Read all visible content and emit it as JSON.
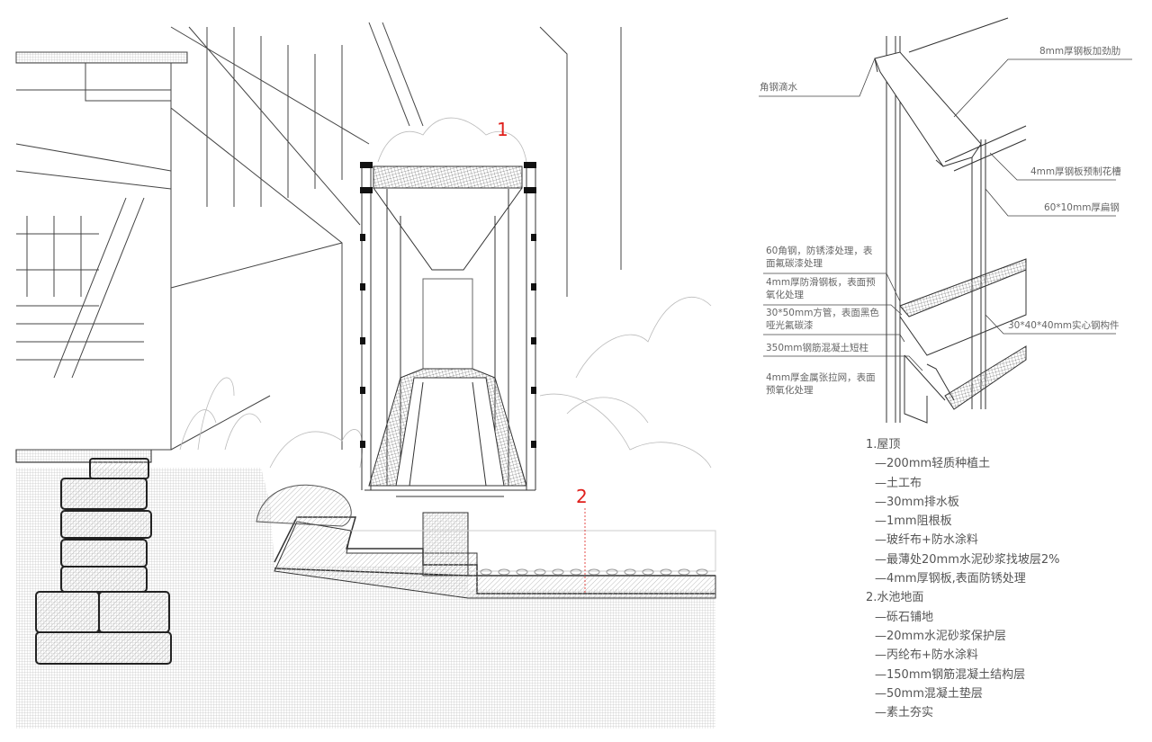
{
  "markers": {
    "roof": "1",
    "pool": "2"
  },
  "colors": {
    "marker": "#e0201c",
    "line": "#333333",
    "hatch": "#bbbbbb"
  },
  "detail_labels": {
    "angle_drip": "角钢滴水",
    "stiffener": "8mm厚钢板加劲肋",
    "planter": "4mm厚钢板预制花槽",
    "flat_steel": "60*10mm厚扁钢",
    "angle_steel": "60角钢，防锈漆处理，表面氟碳漆处理",
    "anti_slip": "4mm厚防滑钢板，表面预氧化处理",
    "square_tube": "30*50mm方管，表面黑色哑光氟碳漆",
    "short_column": "350mm钢筋混凝土短柱",
    "solid_steel": "30*40*40mm实心钢构件",
    "mesh": "4mm厚金属张拉网，表面预氧化处理"
  },
  "legend": {
    "roof_title": "1.屋顶",
    "roof_items": [
      "—200mm轻质种植土",
      "—土工布",
      "—30mm排水板",
      "—1mm阻根板",
      "—玻纤布+防水涂料",
      "—最薄处20mm水泥砂浆找坡层2%",
      "—4mm厚钢板,表面防锈处理"
    ],
    "pool_title": "2.水池地面",
    "pool_items": [
      "—砾石铺地",
      "—20mm水泥砂浆保护层",
      "—丙纶布+防水涂料",
      "—150mm钢筋混凝土结构层",
      "—50mm混凝土垫层",
      "—素土夯实"
    ]
  }
}
